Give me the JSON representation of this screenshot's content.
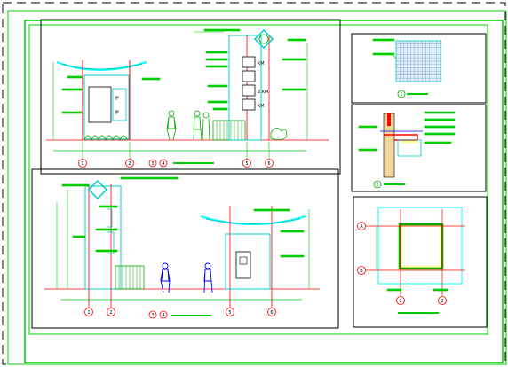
{
  "sheet": {
    "colors": {
      "frame": "#00cc00",
      "outline": "#000000",
      "grid_bubble": "#ff0000",
      "structure": "#00cccc",
      "roof": "#00ffff",
      "blue_figure": "#0000ff",
      "red_pole": "#ff0000",
      "yellow": "#ffff00",
      "hatch": "#009900",
      "text": "#00aa00"
    }
  },
  "views": {
    "front_elevation": {
      "caption": "",
      "grid_labels": [
        "1",
        "2",
        "3",
        "4",
        "5",
        "6"
      ]
    },
    "side_elevation": {
      "caption": "",
      "grid_labels": [
        "1",
        "2",
        "3",
        "4",
        "5",
        "6"
      ]
    },
    "detail_top": {
      "caption": "",
      "number": "1"
    },
    "detail_mid": {
      "caption": "",
      "number": "2"
    },
    "plan": {
      "caption": "",
      "grid_labels": [
        "A",
        "B",
        "1",
        "2"
      ]
    }
  },
  "sign_panel": {
    "items": [
      "KM",
      "",
      "2.KM",
      "KM"
    ]
  },
  "kiosk": {
    "marks": [
      "P",
      "P"
    ]
  }
}
